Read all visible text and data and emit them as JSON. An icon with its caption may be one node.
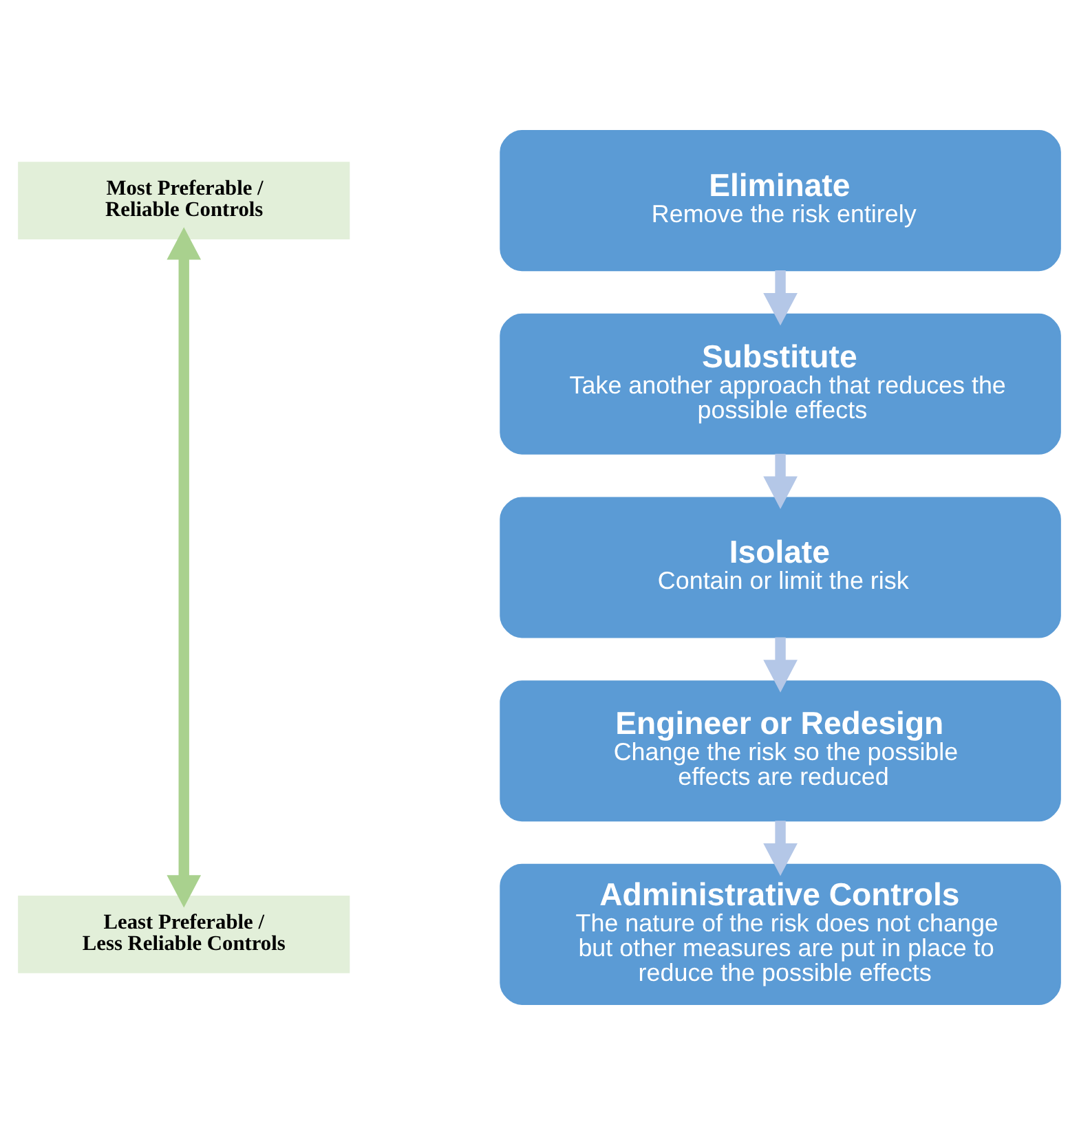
{
  "diagram": {
    "nodes": [
      {
        "text": [
          "Most Preferable / Reliable Controls"
        ]
      },
      {
        "text": [
          "Least Preferable / Less Reliable Controls"
        ]
      },
      {
        "text": [
          "Eliminate",
          "Remove the risk entirely"
        ]
      },
      {
        "text": [
          "Substitute",
          "Take another approach that reduces the possible effects"
        ]
      },
      {
        "text": [
          "Isolate",
          "Contain or limit the risk"
        ]
      },
      {
        "text": [
          "Engineer or Redesign",
          "Change the risk so the possible effects are reduced"
        ]
      },
      {
        "text": [
          "Administrative Controls",
          "The nature of the risk does not change but other measures are put in place to reduce the possible effects"
        ]
      }
    ],
    "edges": [
      {
        "from": 0,
        "to": 1,
        "arrow": "both",
        "color": "#a9d18e"
      },
      {
        "from": 2,
        "to": 3,
        "arrow": "to"
      },
      {
        "from": 3,
        "to": 4,
        "arrow": "to"
      },
      {
        "from": 4,
        "to": 5,
        "arrow": "to"
      },
      {
        "from": 5,
        "to": 6,
        "arrow": "to"
      }
    ]
  }
}
